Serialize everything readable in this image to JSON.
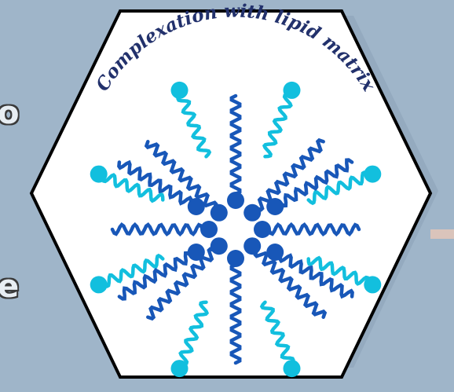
{
  "figure": {
    "title": "Complexation with lipid matrix",
    "side_letters": [
      "o",
      "e"
    ]
  },
  "colors": {
    "page_background": "#9fb5c9",
    "hexagon_fill": "#ffffff",
    "hexagon_border": "#000000",
    "title_color": "#22316c",
    "lipid_dark": "#1857b8",
    "lipid_light": "#12bfde",
    "side_letter_fill": "#e8eef3",
    "side_letter_stroke": "#3a3a3a"
  },
  "icons": [
    "lipid-micelle-icon"
  ]
}
